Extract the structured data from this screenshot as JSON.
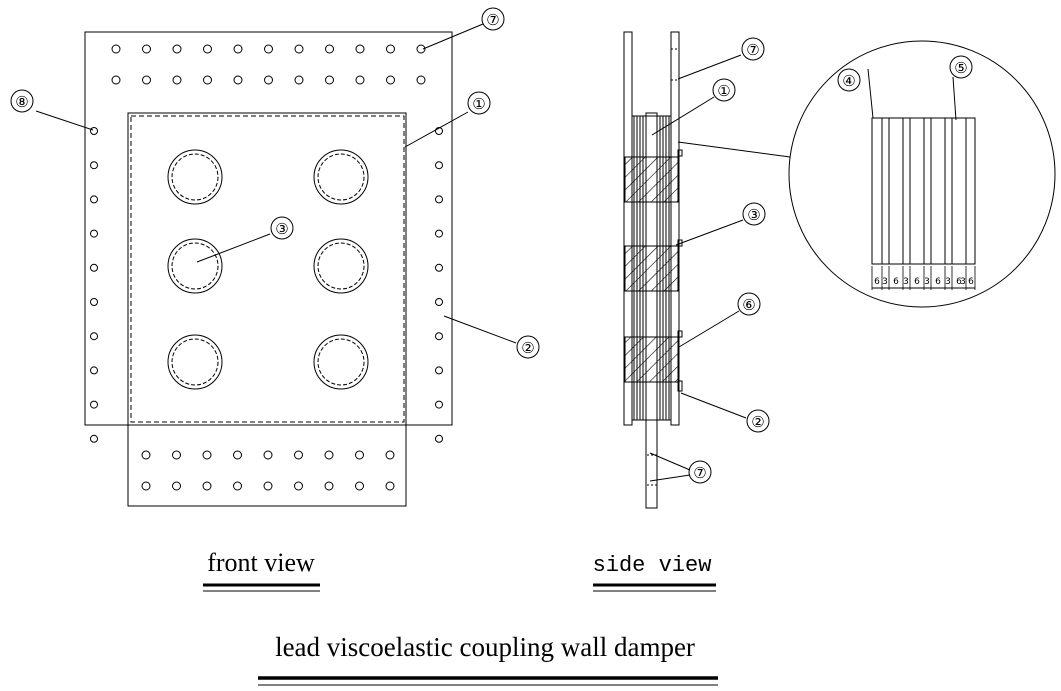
{
  "front_view": {
    "caption": "front view",
    "callouts": [
      "⑦",
      "⑧",
      "①",
      "③",
      "②"
    ]
  },
  "side_view": {
    "caption": "side view",
    "callouts": [
      "⑦",
      "①",
      "③",
      "⑥",
      "②",
      "⑦"
    ]
  },
  "detail": {
    "callouts": [
      "④",
      "⑤"
    ],
    "dimensions": [
      "6",
      "3",
      "6",
      "3",
      "6",
      "3",
      "6",
      "3",
      "6",
      "3",
      "6"
    ]
  },
  "title": "lead viscoelastic coupling wall damper"
}
